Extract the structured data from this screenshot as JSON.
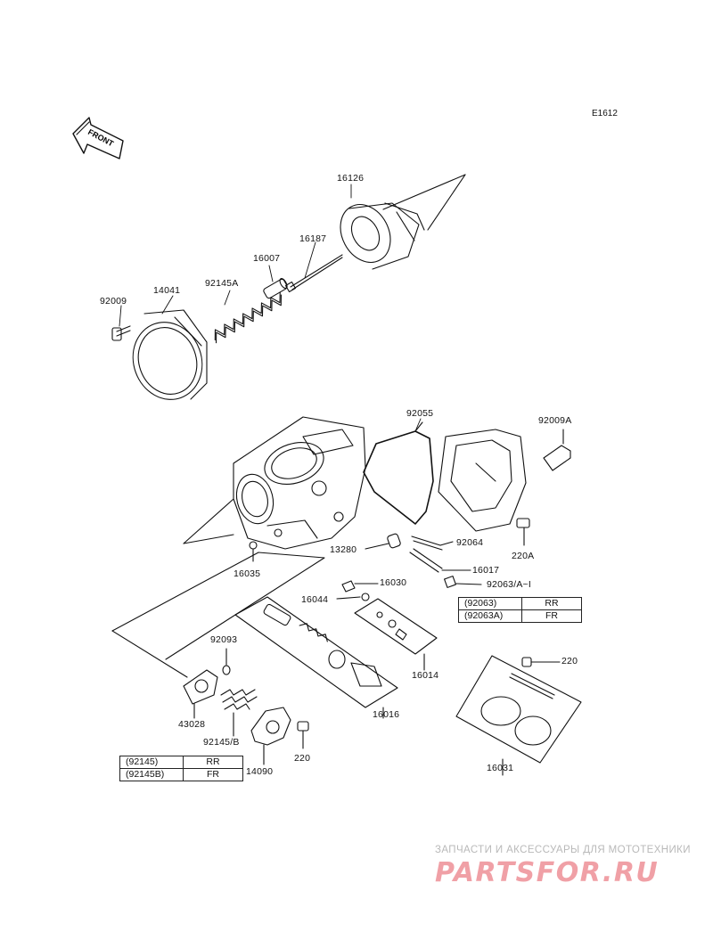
{
  "diagram_code": "E1612",
  "front_label": "FRONT",
  "labels": {
    "p16126": "16126",
    "p16187": "16187",
    "p16007": "16007",
    "p92145A": "92145A",
    "p14041": "14041",
    "p92009": "92009",
    "p92055": "92055",
    "p92009A": "92009A",
    "p92064": "92064",
    "p13280": "13280",
    "p220A": "220A",
    "p16017": "16017",
    "p16035": "16035",
    "p16030": "16030",
    "p92063": "92063/A~I",
    "p16044": "16044",
    "p92093": "92093",
    "p16014": "16014",
    "p220_right": "220",
    "p43028": "43028",
    "p16016": "16016",
    "p92145B": "92145/B",
    "p220_left": "220",
    "p14090": "14090",
    "p16031": "16031"
  },
  "spec_table_right": [
    {
      "part": "(92063)",
      "position": "RR"
    },
    {
      "part": "(92063A)",
      "position": "FR"
    }
  ],
  "spec_table_left": [
    {
      "part": "(92145)",
      "position": "RR"
    },
    {
      "part": "(92145B)",
      "position": "FR"
    }
  ],
  "watermark": {
    "tagline": "ЗАПЧАСТИ И АКСЕССУАРЫ ДЛЯ МОТОТЕХНИКИ",
    "logo": "PARTSFOR.RU"
  }
}
